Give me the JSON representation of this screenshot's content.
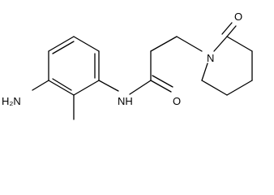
{
  "molecule": {
    "atom_labels": {
      "amine": "H₂N",
      "amide_nh": "NH",
      "amide_oxygen": "O",
      "ring_nitrogen": "N",
      "lactam_oxygen": "O"
    }
  }
}
